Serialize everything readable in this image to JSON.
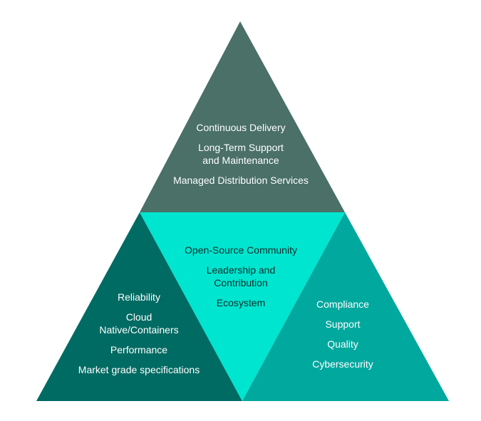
{
  "colors": {
    "top": "#4a7068",
    "left": "#006b63",
    "center": "#00e5cf",
    "right": "#00a89e"
  },
  "top": {
    "items": [
      "Continuous Delivery",
      "Long-Term Support and Maintenance",
      "Managed Distribution Services"
    ]
  },
  "center": {
    "items": [
      "Open-Source Community",
      "Leadership and Contribution",
      "Ecosystem"
    ]
  },
  "left": {
    "items": [
      "Reliability",
      "Cloud Native/Containers",
      "Performance",
      "Market grade specifications"
    ]
  },
  "right": {
    "items": [
      "Compliance",
      "Support",
      "Quality",
      "Cybersecurity"
    ]
  }
}
